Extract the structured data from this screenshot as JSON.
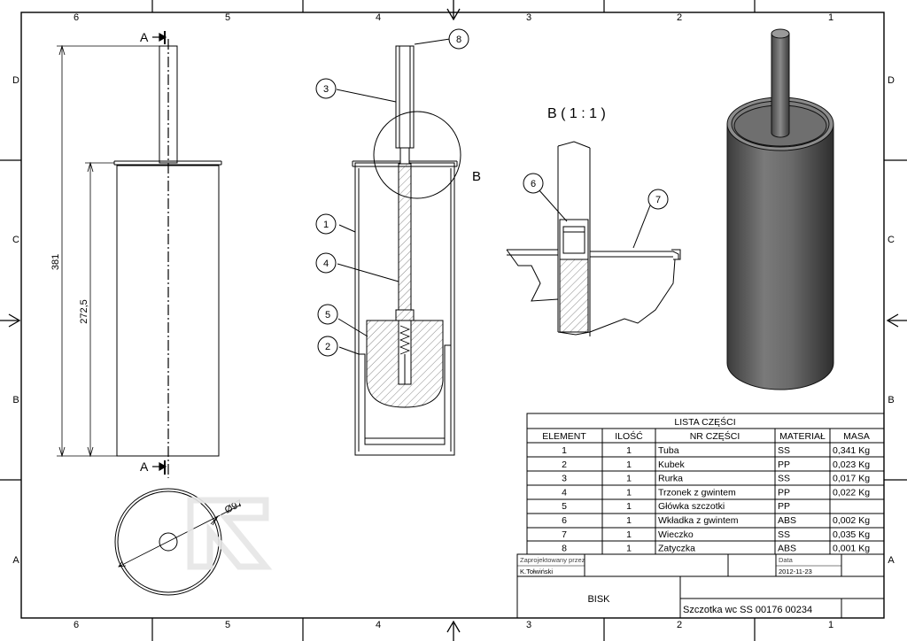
{
  "border": {
    "top_zones": [
      "6",
      "5",
      "4",
      "3",
      "2",
      "1"
    ],
    "bottom_zones": [
      "6",
      "5",
      "4",
      "3",
      "2",
      "1"
    ],
    "side_zones": [
      "D",
      "C",
      "B",
      "A"
    ]
  },
  "front_view": {
    "section_mark": "A",
    "dim_total": "381",
    "dim_body": "272,5",
    "diameter": "Ø97"
  },
  "section_view": {
    "balloons": [
      "8",
      "3",
      "1",
      "4",
      "5",
      "2"
    ],
    "detail_label": "B"
  },
  "detail_view": {
    "title": "B ( 1 : 1 )",
    "balloons": [
      "6",
      "7"
    ]
  },
  "parts_list": {
    "title": "LISTA CZĘŚCI",
    "headers": [
      "ELEMENT",
      "ILOŚĆ",
      "NR CZĘŚCI",
      "MATERIAŁ",
      "MASA"
    ],
    "rows": [
      [
        "1",
        "1",
        "Tuba",
        "SS",
        "0,341 Kg"
      ],
      [
        "2",
        "1",
        "Kubek",
        "PP",
        "0,023 Kg"
      ],
      [
        "3",
        "1",
        "Rurka",
        "SS",
        "0,017 Kg"
      ],
      [
        "4",
        "1",
        "Trzonek z gwintem",
        "PP",
        "0,022 Kg"
      ],
      [
        "5",
        "1",
        "Główka szczotki",
        "PP",
        ""
      ],
      [
        "6",
        "1",
        "Wkładka z gwintem",
        "ABS",
        "0,002 Kg"
      ],
      [
        "7",
        "1",
        "Wieczko",
        "SS",
        "0,035 Kg"
      ],
      [
        "8",
        "1",
        "Zatyczka",
        "ABS",
        "0,001 Kg"
      ]
    ]
  },
  "title_block": {
    "designed_by_label": "Zaprojektowany przez",
    "designed_by": "K.Tołwiński",
    "date_label": "Data",
    "date": "2012-11-23",
    "company": "BISK",
    "drawing_title": "Szczotka wc SS 00176 00234"
  }
}
